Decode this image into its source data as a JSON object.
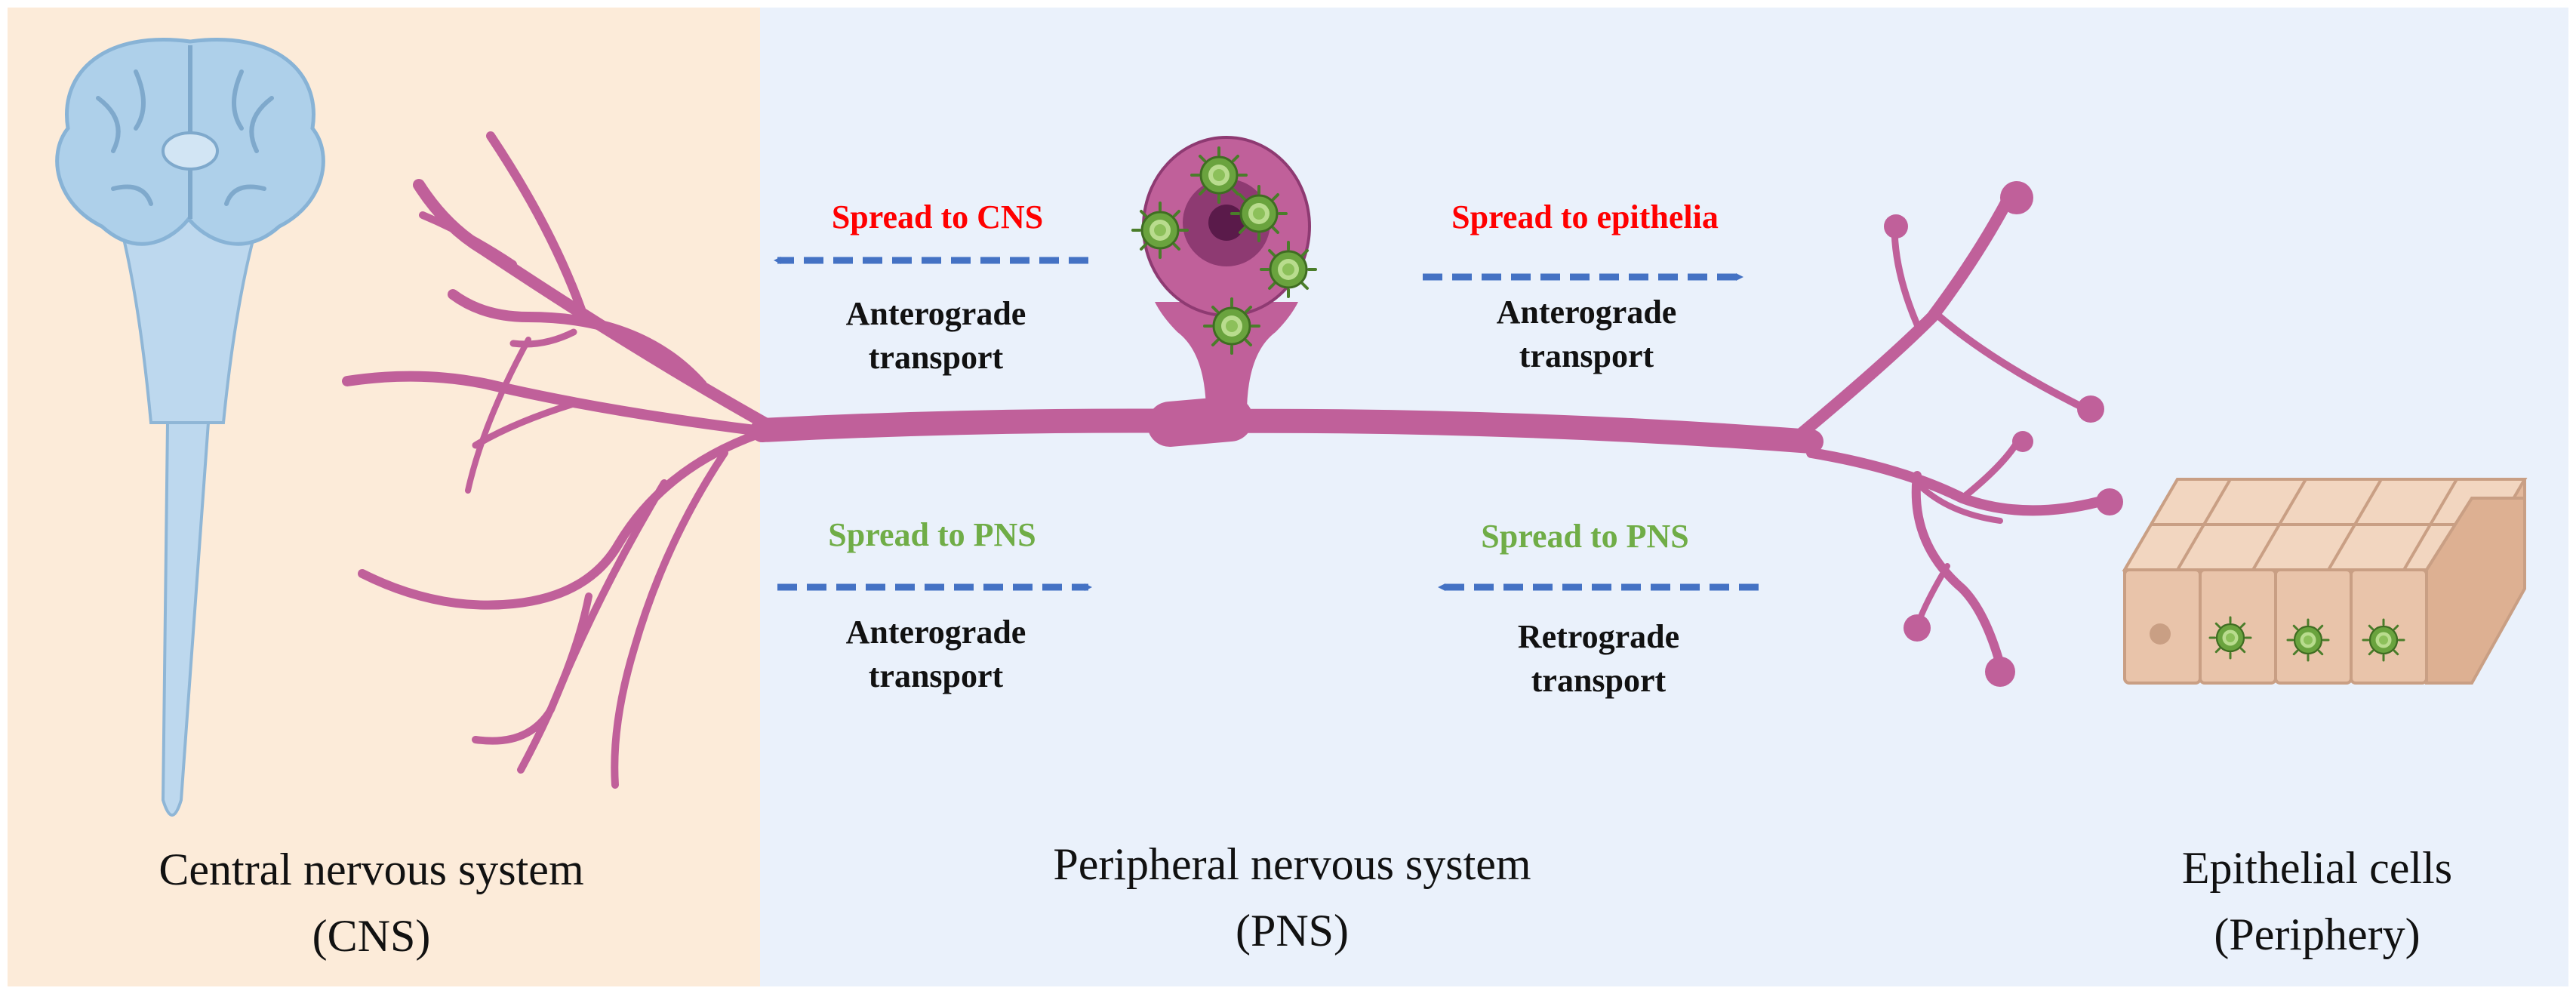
{
  "colors": {
    "cns_background": "#fcebd9",
    "pns_background": "#eaf1fb",
    "neuron": "#c0609a",
    "neuron_dark": "#8e3a72",
    "arrow": "#4472c4",
    "red_label": "#ff0000",
    "green_label": "#70ad47",
    "black_label": "#111111",
    "virus": "#6aa33e",
    "brain": "#aed0ea",
    "cell": "#e9c4aa"
  },
  "icons": [
    "brain-spinal-cord-icon",
    "neuron-icon",
    "virus-icon",
    "epithelial-cells-icon"
  ],
  "top_left": {
    "spread": "Spread to CNS",
    "transport_1": "Anterograde",
    "transport_2": "transport"
  },
  "top_right": {
    "spread": "Spread to epithelia",
    "transport_1": "Anterograde",
    "transport_2": "transport"
  },
  "bottom_left": {
    "spread": "Spread to PNS",
    "transport_1": "Anterograde",
    "transport_2": "transport"
  },
  "bottom_right": {
    "spread": "Spread to PNS",
    "transport_1": "Retrograde",
    "transport_2": "transport"
  },
  "regions": {
    "cns_1": "Central nervous system",
    "cns_2": "(CNS)",
    "pns_1": "Peripheral nervous system",
    "pns_2": "(PNS)",
    "epi_1": "Epithelial cells",
    "epi_2": "(Periphery)"
  }
}
